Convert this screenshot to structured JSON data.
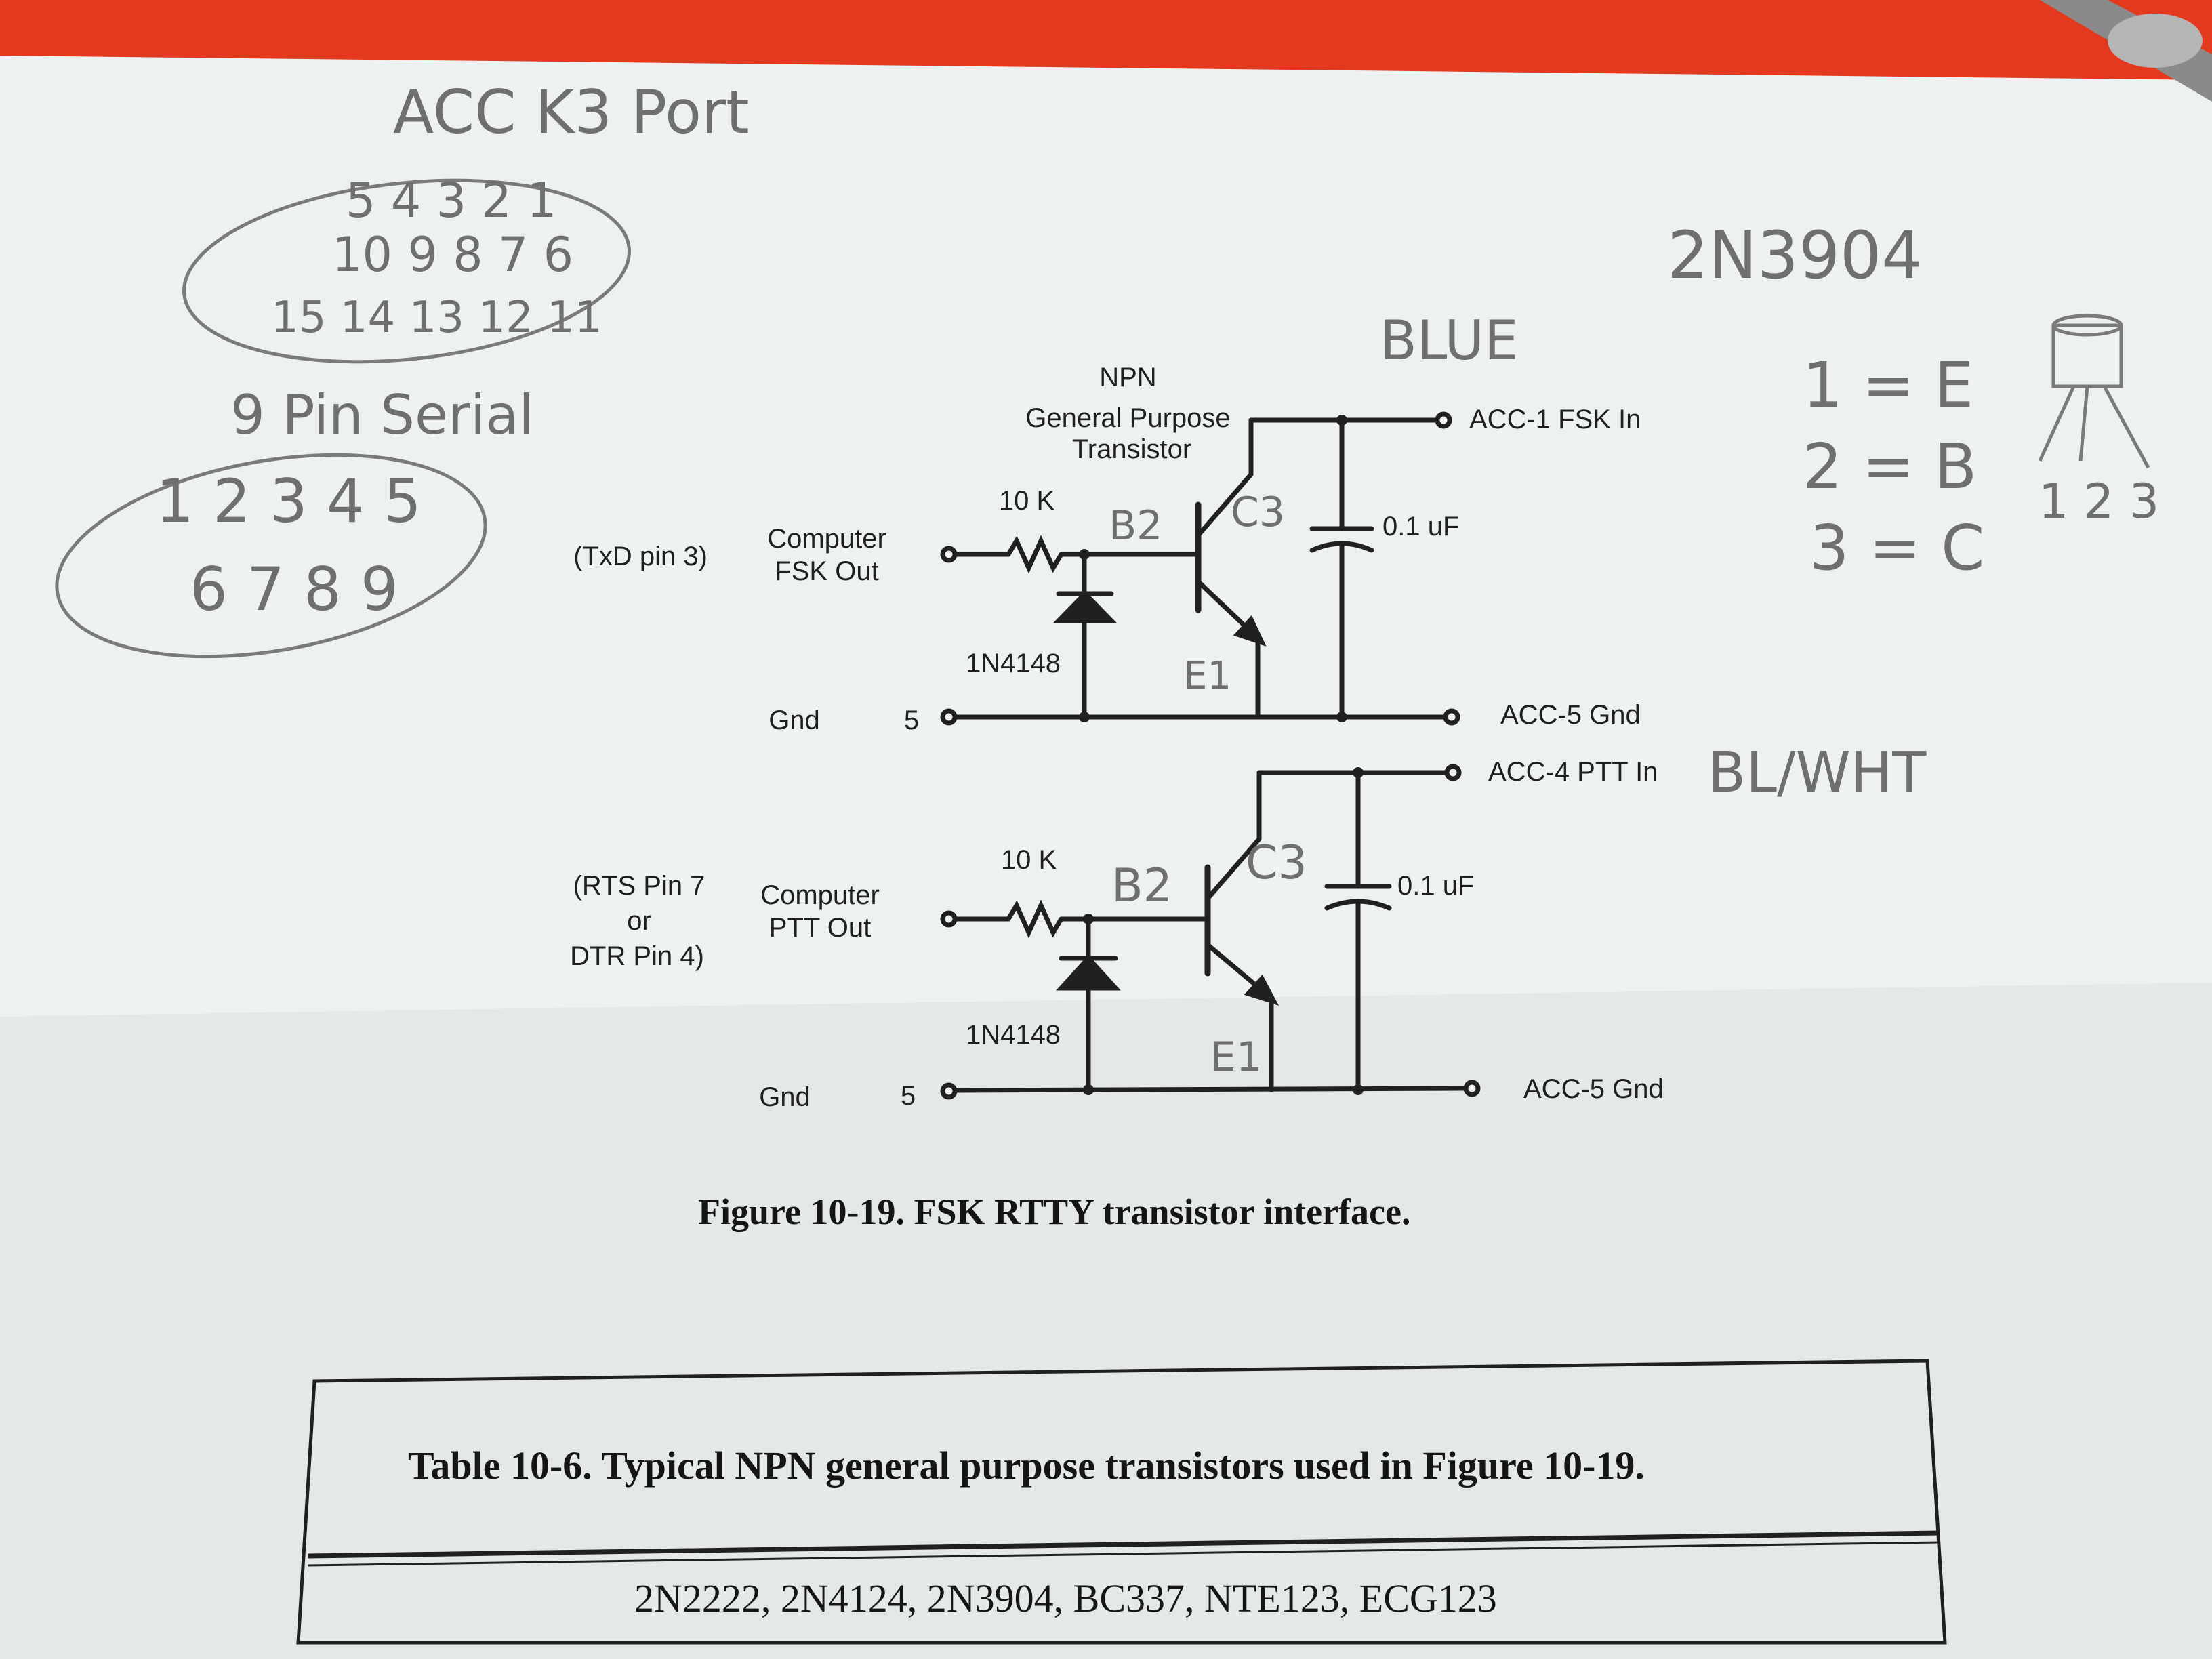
{
  "colors": {
    "background_orange": "#e2391f",
    "paper": "#eef2f2",
    "ink": "#202020",
    "pencil": "#6f6f6f"
  },
  "circuit": {
    "top": {
      "transistor_label": [
        "NPN",
        "General Purpose",
        "Transistor"
      ],
      "resistor": "10 K",
      "diode": "1N4148",
      "capacitor": "0.1 uF",
      "input_pin": "(TxD pin 3)",
      "input_label": [
        "Computer",
        "FSK Out"
      ],
      "gnd_label": "Gnd",
      "gnd_pin": "5",
      "out_top": "ACC-1 FSK In",
      "out_gnd": "ACC-5 Gnd"
    },
    "bottom": {
      "resistor": "10 K",
      "diode": "1N4148",
      "capacitor": "0.1 uF",
      "input_pin": [
        "(RTS Pin 7",
        "or",
        "DTR Pin 4)"
      ],
      "input_label": [
        "Computer",
        "PTT Out"
      ],
      "gnd_label": "Gnd",
      "gnd_pin": "5",
      "out_top": "ACC-4 PTT In",
      "out_gnd": "ACC-5 Gnd"
    }
  },
  "figure_caption": "Figure 10-19.  FSK RTTY transistor interface.",
  "table": {
    "title": "Table 10-6.   Typical NPN general purpose transistors used in Figure 10-19.",
    "row": "2N2222, 2N4124, 2N3904, BC337, NTE123, ECG123"
  },
  "handwriting": {
    "acc_title": "ACC K3 Port",
    "acc_rows": [
      "5 4 3 2 1",
      "10 9 8 7 6",
      "15 14 13 12 11"
    ],
    "serial_title": "9 Pin Serial",
    "serial_rows": [
      "1 2 3 4 5",
      "6 7 8 9"
    ],
    "part_number": "2N3904",
    "pinout": [
      "1 = E",
      "2 = B",
      "3 = C"
    ],
    "pkg_pins": "1 2 3",
    "blue": "BLUE",
    "bl_wht": "BL/WHT",
    "b2": "B2",
    "c3": "C3",
    "e1": "E1"
  }
}
